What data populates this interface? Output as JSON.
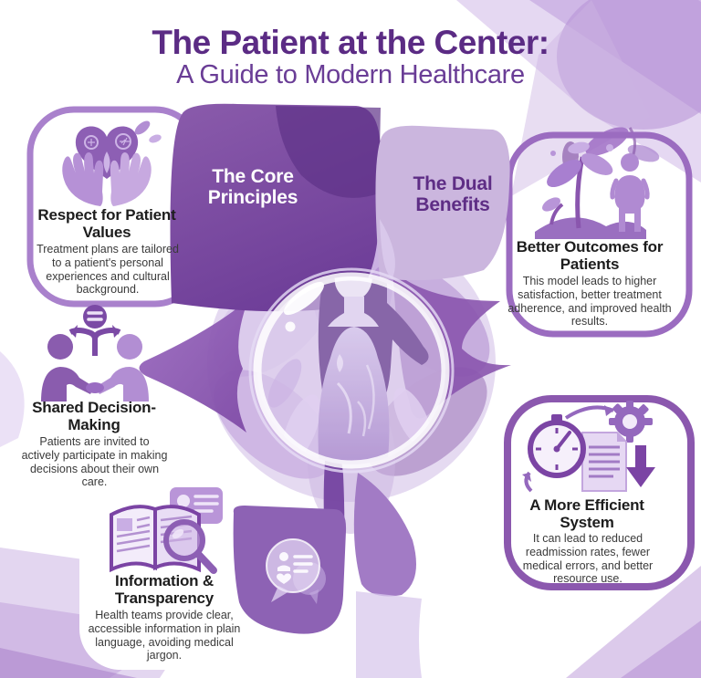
{
  "title": {
    "line1": "The Patient at the Center:",
    "line2": "A Guide to Modern Healthcare"
  },
  "sections": {
    "core_label": "The Core Principles",
    "benefits_label": "The Dual Benefits"
  },
  "cards": [
    {
      "id": "respect",
      "title": "Respect for Patient Values",
      "description": "Treatment plans are tailored to a patient's personal experiences and cultural background.",
      "icon": "hands-holding-heart-icon"
    },
    {
      "id": "shared",
      "title": "Shared Decision-Making",
      "description": "Patients are invited to actively participate in making decisions about their own care.",
      "icon": "handshake-people-icon"
    },
    {
      "id": "information",
      "title": "Information & Transparency",
      "description": "Health teams provide clear, accessible information in plain language, avoiding medical jargon.",
      "icon": "open-book-magnifier-icon"
    },
    {
      "id": "outcomes",
      "title": "Better Outcomes for Patients",
      "description": "This model leads to higher satisfaction, better treatment adherence, and improved health results.",
      "icon": "growing-plant-person-icon"
    },
    {
      "id": "efficient",
      "title": "A More Efficient System",
      "description": "It can lead to reduced readmission rates, fewer medical errors, and better resource use.",
      "icon": "stopwatch-gear-document-icon"
    }
  ],
  "center": {
    "figure": "patient-woman-in-glass-circle"
  },
  "colors": {
    "title_dark_purple": "#5b2b84",
    "subtitle_purple": "#6a3d96",
    "core_blob_purple": "#8a5bab",
    "core_blob_dark": "#5e3288",
    "benefits_blob_lavender": "#cbb6de",
    "benefits_text_purple": "#5e2d85",
    "card_border_purple": "#9b6cc0",
    "chat_blob_purple": "#8d62b4",
    "heading_text": "#1d1d1d",
    "body_text": "#3a3a3a",
    "background": "#ffffff"
  }
}
